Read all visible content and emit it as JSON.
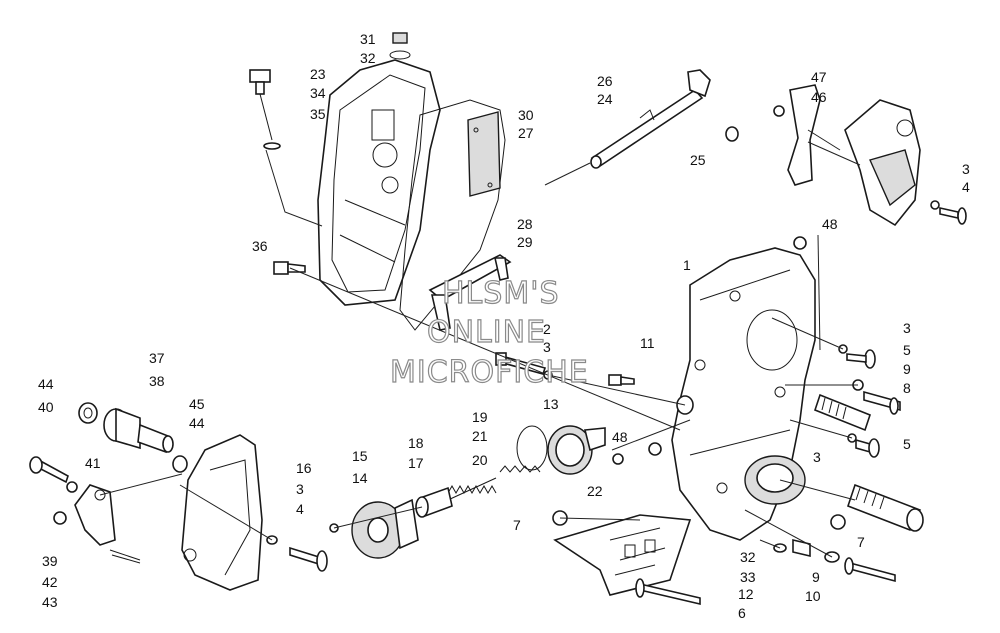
{
  "watermark": [
    "HLSM'S",
    "ONLINE",
    "MICROFICHE"
  ],
  "callouts": [
    {
      "id": "c31",
      "text": "31"
    },
    {
      "id": "c32a",
      "text": "32"
    },
    {
      "id": "c23",
      "text": "23"
    },
    {
      "id": "c34",
      "text": "34"
    },
    {
      "id": "c35",
      "text": "35"
    },
    {
      "id": "c26",
      "text": "26"
    },
    {
      "id": "c24",
      "text": "24"
    },
    {
      "id": "c25",
      "text": "25"
    },
    {
      "id": "c30",
      "text": "30"
    },
    {
      "id": "c27",
      "text": "27"
    },
    {
      "id": "c28",
      "text": "28"
    },
    {
      "id": "c29",
      "text": "29"
    },
    {
      "id": "c36",
      "text": "36"
    },
    {
      "id": "c47",
      "text": "47"
    },
    {
      "id": "c46",
      "text": "46"
    },
    {
      "id": "c3a",
      "text": "3"
    },
    {
      "id": "c4a",
      "text": "4"
    },
    {
      "id": "c48a",
      "text": "48"
    },
    {
      "id": "c1",
      "text": "1"
    },
    {
      "id": "c3b",
      "text": "3"
    },
    {
      "id": "c5a",
      "text": "5"
    },
    {
      "id": "c9a",
      "text": "9"
    },
    {
      "id": "c8",
      "text": "8"
    },
    {
      "id": "c5b",
      "text": "5"
    },
    {
      "id": "c2",
      "text": "2"
    },
    {
      "id": "c3c",
      "text": "3"
    },
    {
      "id": "c11",
      "text": "11"
    },
    {
      "id": "c13",
      "text": "13"
    },
    {
      "id": "c19",
      "text": "19"
    },
    {
      "id": "c21",
      "text": "21"
    },
    {
      "id": "c20",
      "text": "20"
    },
    {
      "id": "c48b",
      "text": "48"
    },
    {
      "id": "c22",
      "text": "22"
    },
    {
      "id": "c3d",
      "text": "3"
    },
    {
      "id": "c7a",
      "text": "7"
    },
    {
      "id": "c7b",
      "text": "7"
    },
    {
      "id": "c32b",
      "text": "32"
    },
    {
      "id": "c33",
      "text": "33"
    },
    {
      "id": "c12",
      "text": "12"
    },
    {
      "id": "c6",
      "text": "6"
    },
    {
      "id": "c9b",
      "text": "9"
    },
    {
      "id": "c10",
      "text": "10"
    },
    {
      "id": "c18",
      "text": "18"
    },
    {
      "id": "c17",
      "text": "17"
    },
    {
      "id": "c15",
      "text": "15"
    },
    {
      "id": "c14",
      "text": "14"
    },
    {
      "id": "c16",
      "text": "16"
    },
    {
      "id": "c3e",
      "text": "3"
    },
    {
      "id": "c4b",
      "text": "4"
    },
    {
      "id": "c37",
      "text": "37"
    },
    {
      "id": "c38",
      "text": "38"
    },
    {
      "id": "c44a",
      "text": "44"
    },
    {
      "id": "c40",
      "text": "40"
    },
    {
      "id": "c45",
      "text": "45"
    },
    {
      "id": "c44b",
      "text": "44"
    },
    {
      "id": "c41",
      "text": "41"
    },
    {
      "id": "c39",
      "text": "39"
    },
    {
      "id": "c42",
      "text": "42"
    },
    {
      "id": "c43",
      "text": "43"
    }
  ]
}
